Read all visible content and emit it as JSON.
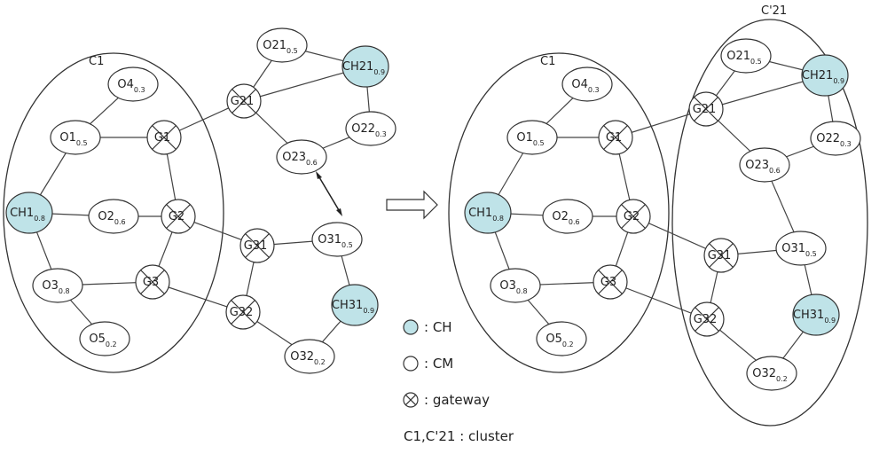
{
  "colors": {
    "ch_fill": "#bfe3e8",
    "cm_fill": "#ffffff",
    "stroke": "#333333",
    "edge": "#444444"
  },
  "clusters": {
    "left": [
      {
        "id": "L-C1",
        "label": "C1"
      }
    ],
    "right": [
      {
        "id": "R-C1",
        "label": "C1"
      },
      {
        "id": "R-C21",
        "label": "C'21"
      }
    ]
  },
  "left_nodes": [
    {
      "id": "O21",
      "label": "O21",
      "sub": "0.5",
      "type": "cm"
    },
    {
      "id": "CH21",
      "label": "CH21",
      "sub": "0.9",
      "type": "ch"
    },
    {
      "id": "O4",
      "label": "O4",
      "sub": "0.3",
      "type": "cm"
    },
    {
      "id": "G21",
      "label": "G21",
      "sub": "",
      "type": "gw"
    },
    {
      "id": "O1",
      "label": "O1",
      "sub": "0.5",
      "type": "cm"
    },
    {
      "id": "G1",
      "label": "G1",
      "sub": "",
      "type": "gw"
    },
    {
      "id": "O22",
      "label": "O22",
      "sub": "0.3",
      "type": "cm"
    },
    {
      "id": "O23",
      "label": "O23",
      "sub": "0.6",
      "type": "cm"
    },
    {
      "id": "CH1",
      "label": "CH1",
      "sub": "0.8",
      "type": "ch"
    },
    {
      "id": "O2",
      "label": "O2",
      "sub": "0.6",
      "type": "cm"
    },
    {
      "id": "G2",
      "label": "G2",
      "sub": "",
      "type": "gw"
    },
    {
      "id": "G31",
      "label": "G31",
      "sub": "",
      "type": "gw"
    },
    {
      "id": "O31",
      "label": "O31",
      "sub": "0.5",
      "type": "cm"
    },
    {
      "id": "O3",
      "label": "O3",
      "sub": "0.8",
      "type": "cm"
    },
    {
      "id": "G3",
      "label": "G3",
      "sub": "",
      "type": "gw"
    },
    {
      "id": "CH31",
      "label": "CH31",
      "sub": "0.9",
      "type": "ch"
    },
    {
      "id": "G32",
      "label": "G32",
      "sub": "",
      "type": "gw"
    },
    {
      "id": "O5",
      "label": "O5",
      "sub": "0.2",
      "type": "cm"
    },
    {
      "id": "O32",
      "label": "O32",
      "sub": "0.2",
      "type": "cm"
    }
  ],
  "right_nodes": [
    {
      "id": "O21",
      "label": "O21",
      "sub": "0.5",
      "type": "cm"
    },
    {
      "id": "CH21",
      "label": "CH21",
      "sub": "0.9",
      "type": "ch"
    },
    {
      "id": "O4",
      "label": "O4",
      "sub": "0.3",
      "type": "cm"
    },
    {
      "id": "G21",
      "label": "G21",
      "sub": "",
      "type": "gw"
    },
    {
      "id": "O1",
      "label": "O1",
      "sub": "0.5",
      "type": "cm"
    },
    {
      "id": "G1",
      "label": "G1",
      "sub": "",
      "type": "gw"
    },
    {
      "id": "O22",
      "label": "O22",
      "sub": "0.3",
      "type": "cm"
    },
    {
      "id": "O23",
      "label": "O23",
      "sub": "0.6",
      "type": "cm"
    },
    {
      "id": "CH1",
      "label": "CH1",
      "sub": "0.8",
      "type": "ch"
    },
    {
      "id": "O2",
      "label": "O2",
      "sub": "0.6",
      "type": "cm"
    },
    {
      "id": "G2",
      "label": "G2",
      "sub": "",
      "type": "gw"
    },
    {
      "id": "O31",
      "label": "O31",
      "sub": "0.5",
      "type": "cm"
    },
    {
      "id": "G31",
      "label": "G31",
      "sub": "",
      "type": "gw"
    },
    {
      "id": "O3",
      "label": "O3",
      "sub": "0.8",
      "type": "cm"
    },
    {
      "id": "G3",
      "label": "G3",
      "sub": "",
      "type": "gw"
    },
    {
      "id": "G32",
      "label": "G32",
      "sub": "",
      "type": "gw"
    },
    {
      "id": "CH31",
      "label": "CH31",
      "sub": "0.9",
      "type": "ch"
    },
    {
      "id": "O5",
      "label": "O5",
      "sub": "0.2",
      "type": "cm"
    },
    {
      "id": "O32",
      "label": "O32",
      "sub": "0.2",
      "type": "cm"
    }
  ],
  "left_edges": [
    [
      "O21",
      "CH21"
    ],
    [
      "O21",
      "G21"
    ],
    [
      "G21",
      "CH21"
    ],
    [
      "CH21",
      "O22"
    ],
    [
      "O22",
      "O23"
    ],
    [
      "G21",
      "O23"
    ],
    [
      "G21",
      "G1"
    ],
    [
      "O4",
      "O1"
    ],
    [
      "O1",
      "G1"
    ],
    [
      "O1",
      "CH1"
    ],
    [
      "CH1",
      "O2"
    ],
    [
      "O2",
      "G2"
    ],
    [
      "G1",
      "G2"
    ],
    [
      "G2",
      "G3"
    ],
    [
      "G2",
      "G31"
    ],
    [
      "CH1",
      "O3"
    ],
    [
      "O3",
      "G3"
    ],
    [
      "O3",
      "O5"
    ],
    [
      "G3",
      "G32"
    ],
    [
      "G31",
      "O31"
    ],
    [
      "G31",
      "G32"
    ],
    [
      "O31",
      "CH31"
    ],
    [
      "CH31",
      "O32"
    ],
    [
      "G32",
      "O32"
    ]
  ],
  "right_edges": [
    [
      "O21",
      "CH21"
    ],
    [
      "O21",
      "G21"
    ],
    [
      "G21",
      "CH21"
    ],
    [
      "CH21",
      "O22"
    ],
    [
      "G21",
      "O23"
    ],
    [
      "O23",
      "O22"
    ],
    [
      "G1",
      "G21"
    ],
    [
      "O4",
      "O1"
    ],
    [
      "O1",
      "G1"
    ],
    [
      "O1",
      "CH1"
    ],
    [
      "CH1",
      "O2"
    ],
    [
      "O2",
      "G2"
    ],
    [
      "G1",
      "G2"
    ],
    [
      "G2",
      "G3"
    ],
    [
      "G2",
      "G31"
    ],
    [
      "O23",
      "O31"
    ],
    [
      "G31",
      "O31"
    ],
    [
      "O31",
      "CH31"
    ],
    [
      "G31",
      "G32"
    ],
    [
      "CH1",
      "O3"
    ],
    [
      "O3",
      "G3"
    ],
    [
      "O3",
      "O5"
    ],
    [
      "G3",
      "G32"
    ],
    [
      "G32",
      "O32"
    ],
    [
      "O32",
      "CH31"
    ]
  ],
  "legend": [
    {
      "type": "ch",
      "text": ": CH"
    },
    {
      "type": "cm",
      "text": ": CM"
    },
    {
      "type": "gw",
      "text": ": gateway"
    }
  ],
  "legend_cluster_text": "C1,C'21 : cluster"
}
